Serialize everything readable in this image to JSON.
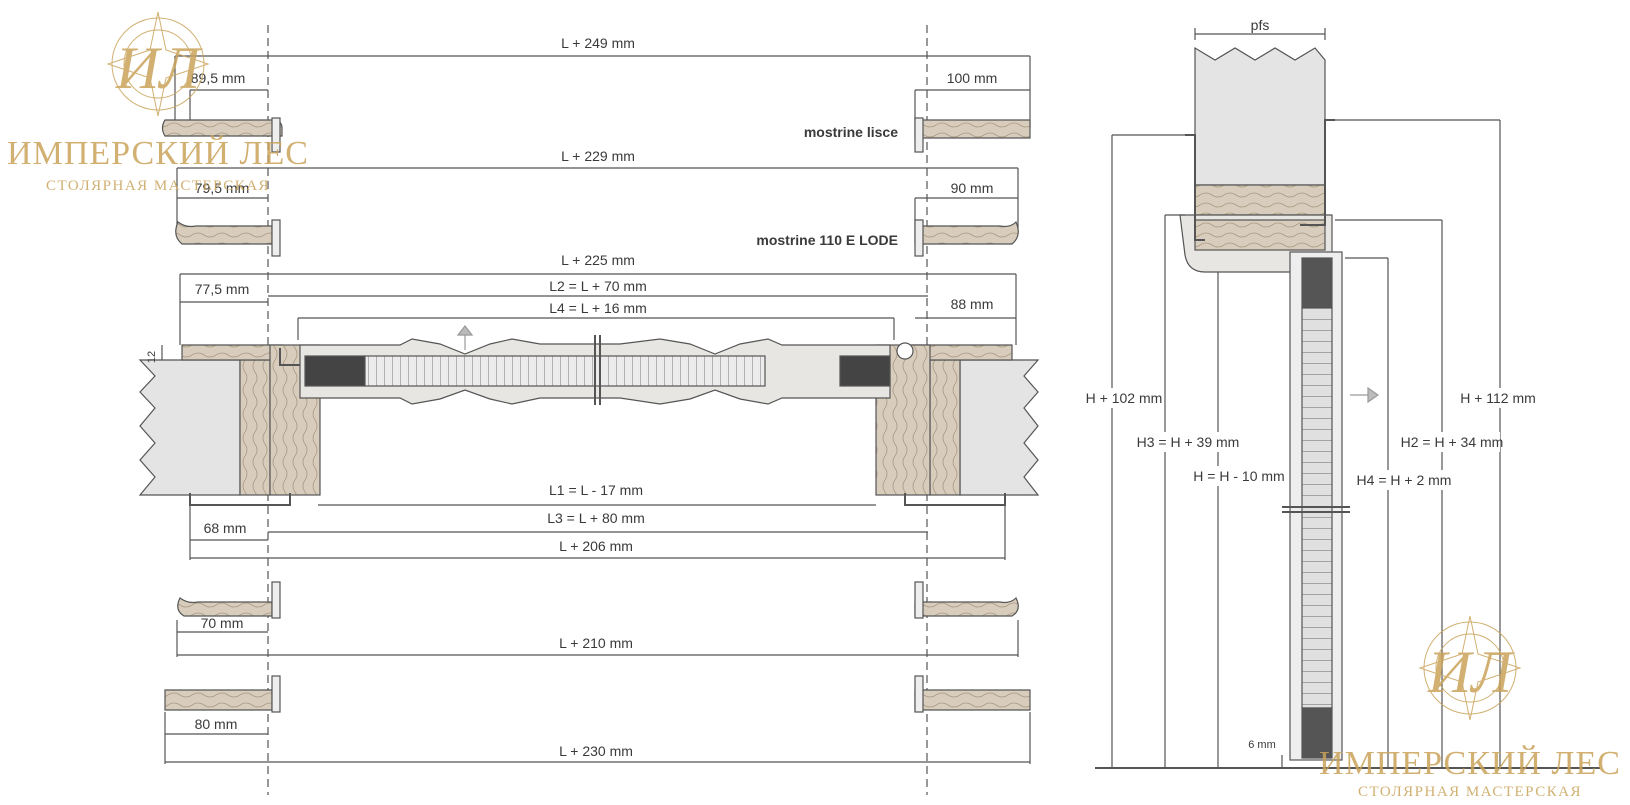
{
  "watermark": {
    "monogram": "ИЛ",
    "brand_name": "ИМПЕРСКИЙ ЛЕС",
    "brand_sub": "СТОЛЯРНАЯ МАСТЕРСКАЯ",
    "color": "#c9a35a"
  },
  "plan": {
    "trim_labels": {
      "smooth": "mostrine lisce",
      "moulded": "mostrine 110 E LODE"
    },
    "rows": {
      "row1": {
        "total": "L + 249 mm",
        "left": "89,5 mm",
        "right": "100 mm"
      },
      "row2": {
        "total": "L + 229 mm",
        "left": "79,5 mm",
        "right": "90 mm"
      },
      "row3": {
        "total": "L + 225 mm",
        "left": "77,5 mm",
        "right": "88 mm",
        "l2": "L2 = L + 70 mm",
        "l4": "L4 = L + 16 mm",
        "edge": "12"
      },
      "row4": {
        "l1": "L1 = L - 17 mm",
        "l3": "L3 = L + 80 mm",
        "left": "68 mm",
        "total": "L + 206 mm"
      },
      "row5": {
        "left": "70 mm",
        "total": "L + 210 mm"
      },
      "row6": {
        "left": "80 mm",
        "total": "L + 230 mm"
      }
    }
  },
  "section": {
    "pfs": "pfs",
    "h_plus_102": "H + 102 mm",
    "h3": "H3 = H + 39 mm",
    "h": "H = H - 10 mm",
    "h2": "H2 = H + 34 mm",
    "h4": "H4 = H + 2 mm",
    "h_plus_112": "H + 112 mm",
    "gap": "6 mm"
  },
  "colors": {
    "line": "#555555",
    "wall": "#e4e4e4",
    "wood": "#d8cdbc",
    "wood_dark": "#9a8d7b"
  }
}
